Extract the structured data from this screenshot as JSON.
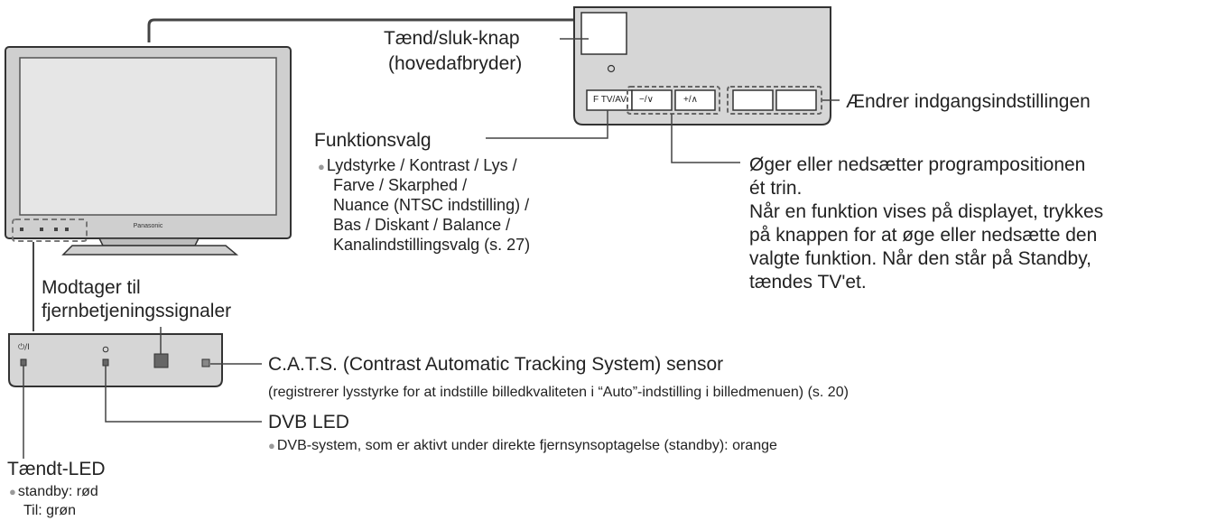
{
  "power_switch": {
    "label": "Tænd/sluk-knap",
    "sublabel": "(hovedafbryder)"
  },
  "panel_buttons": {
    "f_tv_av": "F  TV/AV",
    "minus": "−/∨",
    "plus": "+/∧"
  },
  "input_settings": {
    "label": "Ændrer indgangsindstillingen"
  },
  "function_select": {
    "title": "Funktionsvalg",
    "lines": [
      "Lydstyrke / Kontrast / Lys /",
      "Farve / Skarphed /",
      "Nuance (NTSC indstilling) /",
      "Bas / Diskant / Balance /",
      "Kanalindstillingsvalg (s. 27)"
    ]
  },
  "program_position": {
    "lines": [
      "Øger eller nedsætter programpositionen",
      "ét trin.",
      "Når en funktion vises på displayet, trykkes",
      "på knappen for at øge eller nedsætte den",
      "valgte funktion. Når den står på Standby,",
      "tændes TV'et."
    ]
  },
  "remote_receiver": {
    "lines": [
      "Modtager til",
      "fjernbetjeningssignaler"
    ]
  },
  "cats": {
    "title": "C.A.T.S. (Contrast Automatic Tracking System) sensor",
    "detail": "(registrerer lysstyrke for at indstille billedkvaliteten i “Auto”-indstilling i billedmenuen) (s. 20)"
  },
  "dvb_led": {
    "title": "DVB LED",
    "detail": "DVB-system, som er aktivt under direkte fjernsynsoptagelse (standby): orange"
  },
  "power_led": {
    "title": "Tændt-LED",
    "standby": "standby: rød",
    "on": "Til: grøn"
  },
  "tv_brand": "Panasonic",
  "colors": {
    "panel_fill": "#d6d6d6",
    "line": "#555555",
    "bullet": "#9a9a9a"
  }
}
